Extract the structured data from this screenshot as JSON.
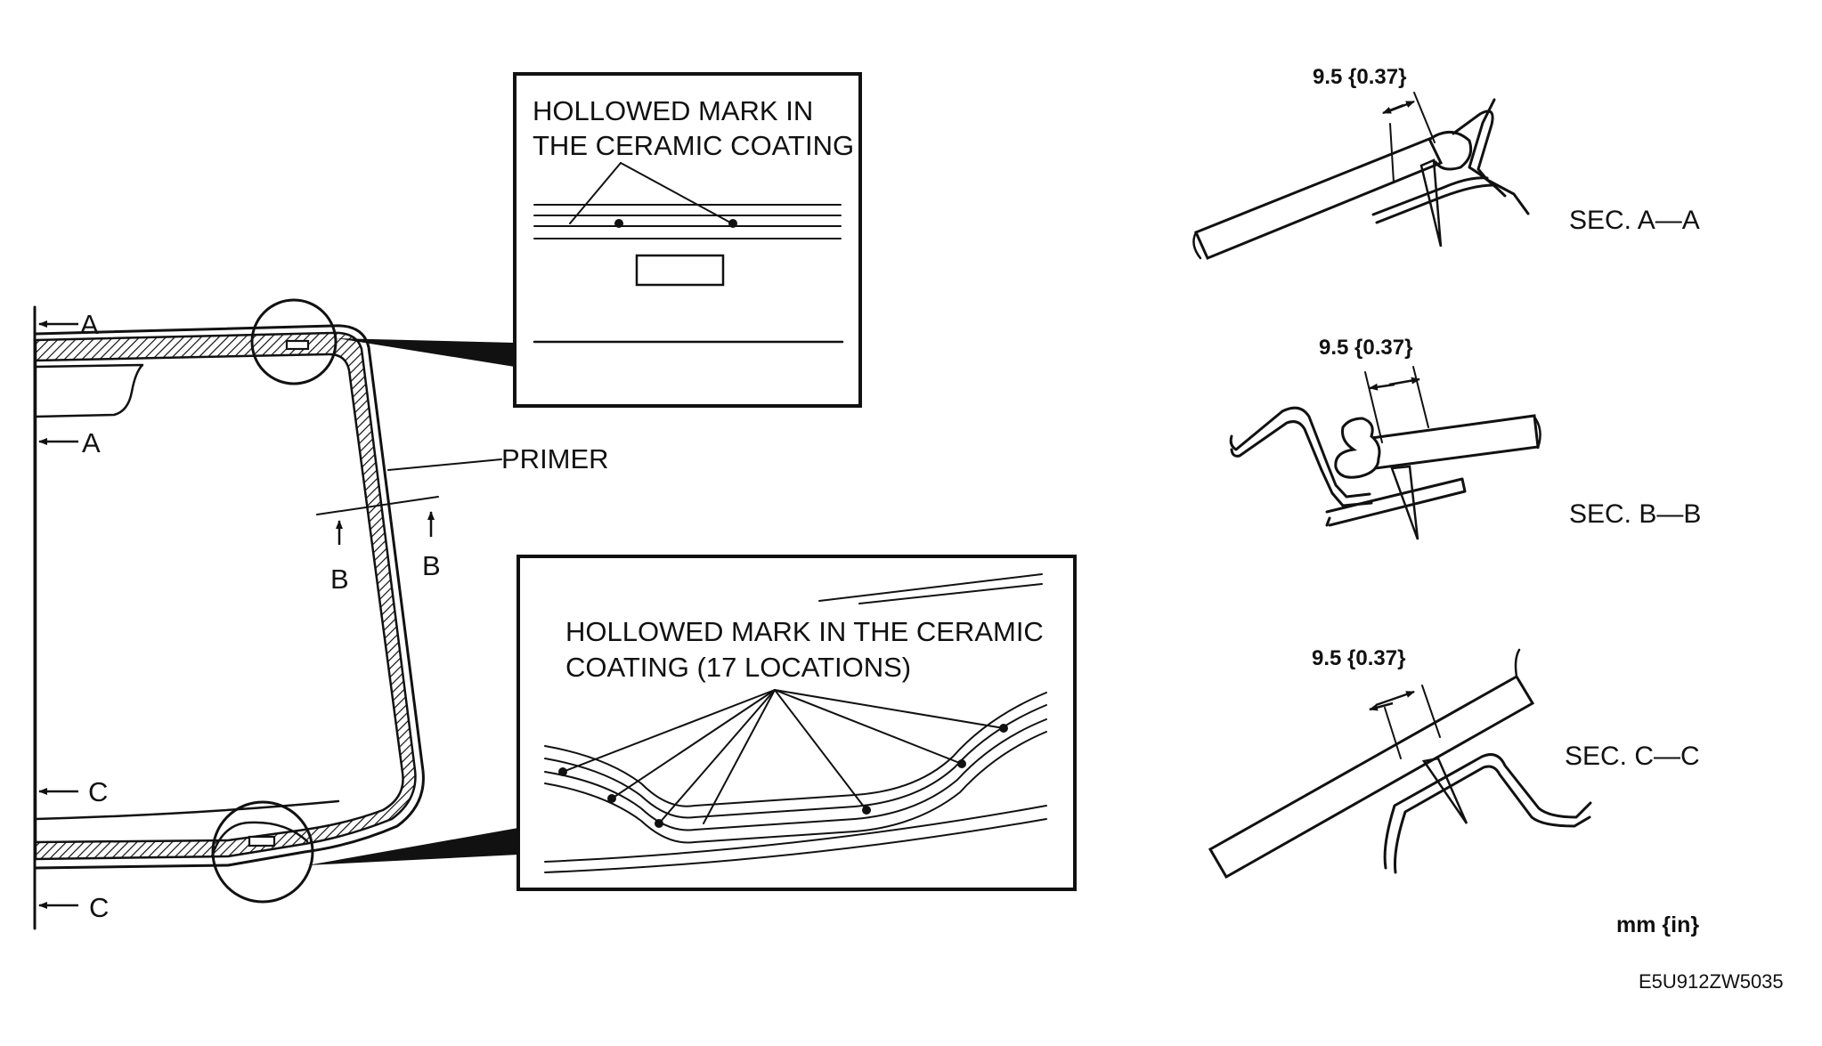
{
  "callouts": {
    "top_line1": "HOLLOWED MARK IN",
    "top_line2": "THE CERAMIC COATING",
    "bottom_line1": "HOLLOWED MARK IN THE CERAMIC",
    "bottom_line2": "COATING (17 LOCATIONS)"
  },
  "primer_label": "PRIMER",
  "section_markers": {
    "a": "A",
    "b": "B",
    "c": "C"
  },
  "sections": [
    {
      "title": "SEC. A—A",
      "dimension": "9.5 {0.37}"
    },
    {
      "title": "SEC. B—B",
      "dimension": "9.5 {0.37}"
    },
    {
      "title": "SEC. C—C",
      "dimension": "9.5 {0.37}"
    }
  ],
  "unit_label": "mm {in}",
  "figure_code": "E5U912ZW5035",
  "colors": {
    "ink": "#111111",
    "paper": "#ffffff"
  }
}
